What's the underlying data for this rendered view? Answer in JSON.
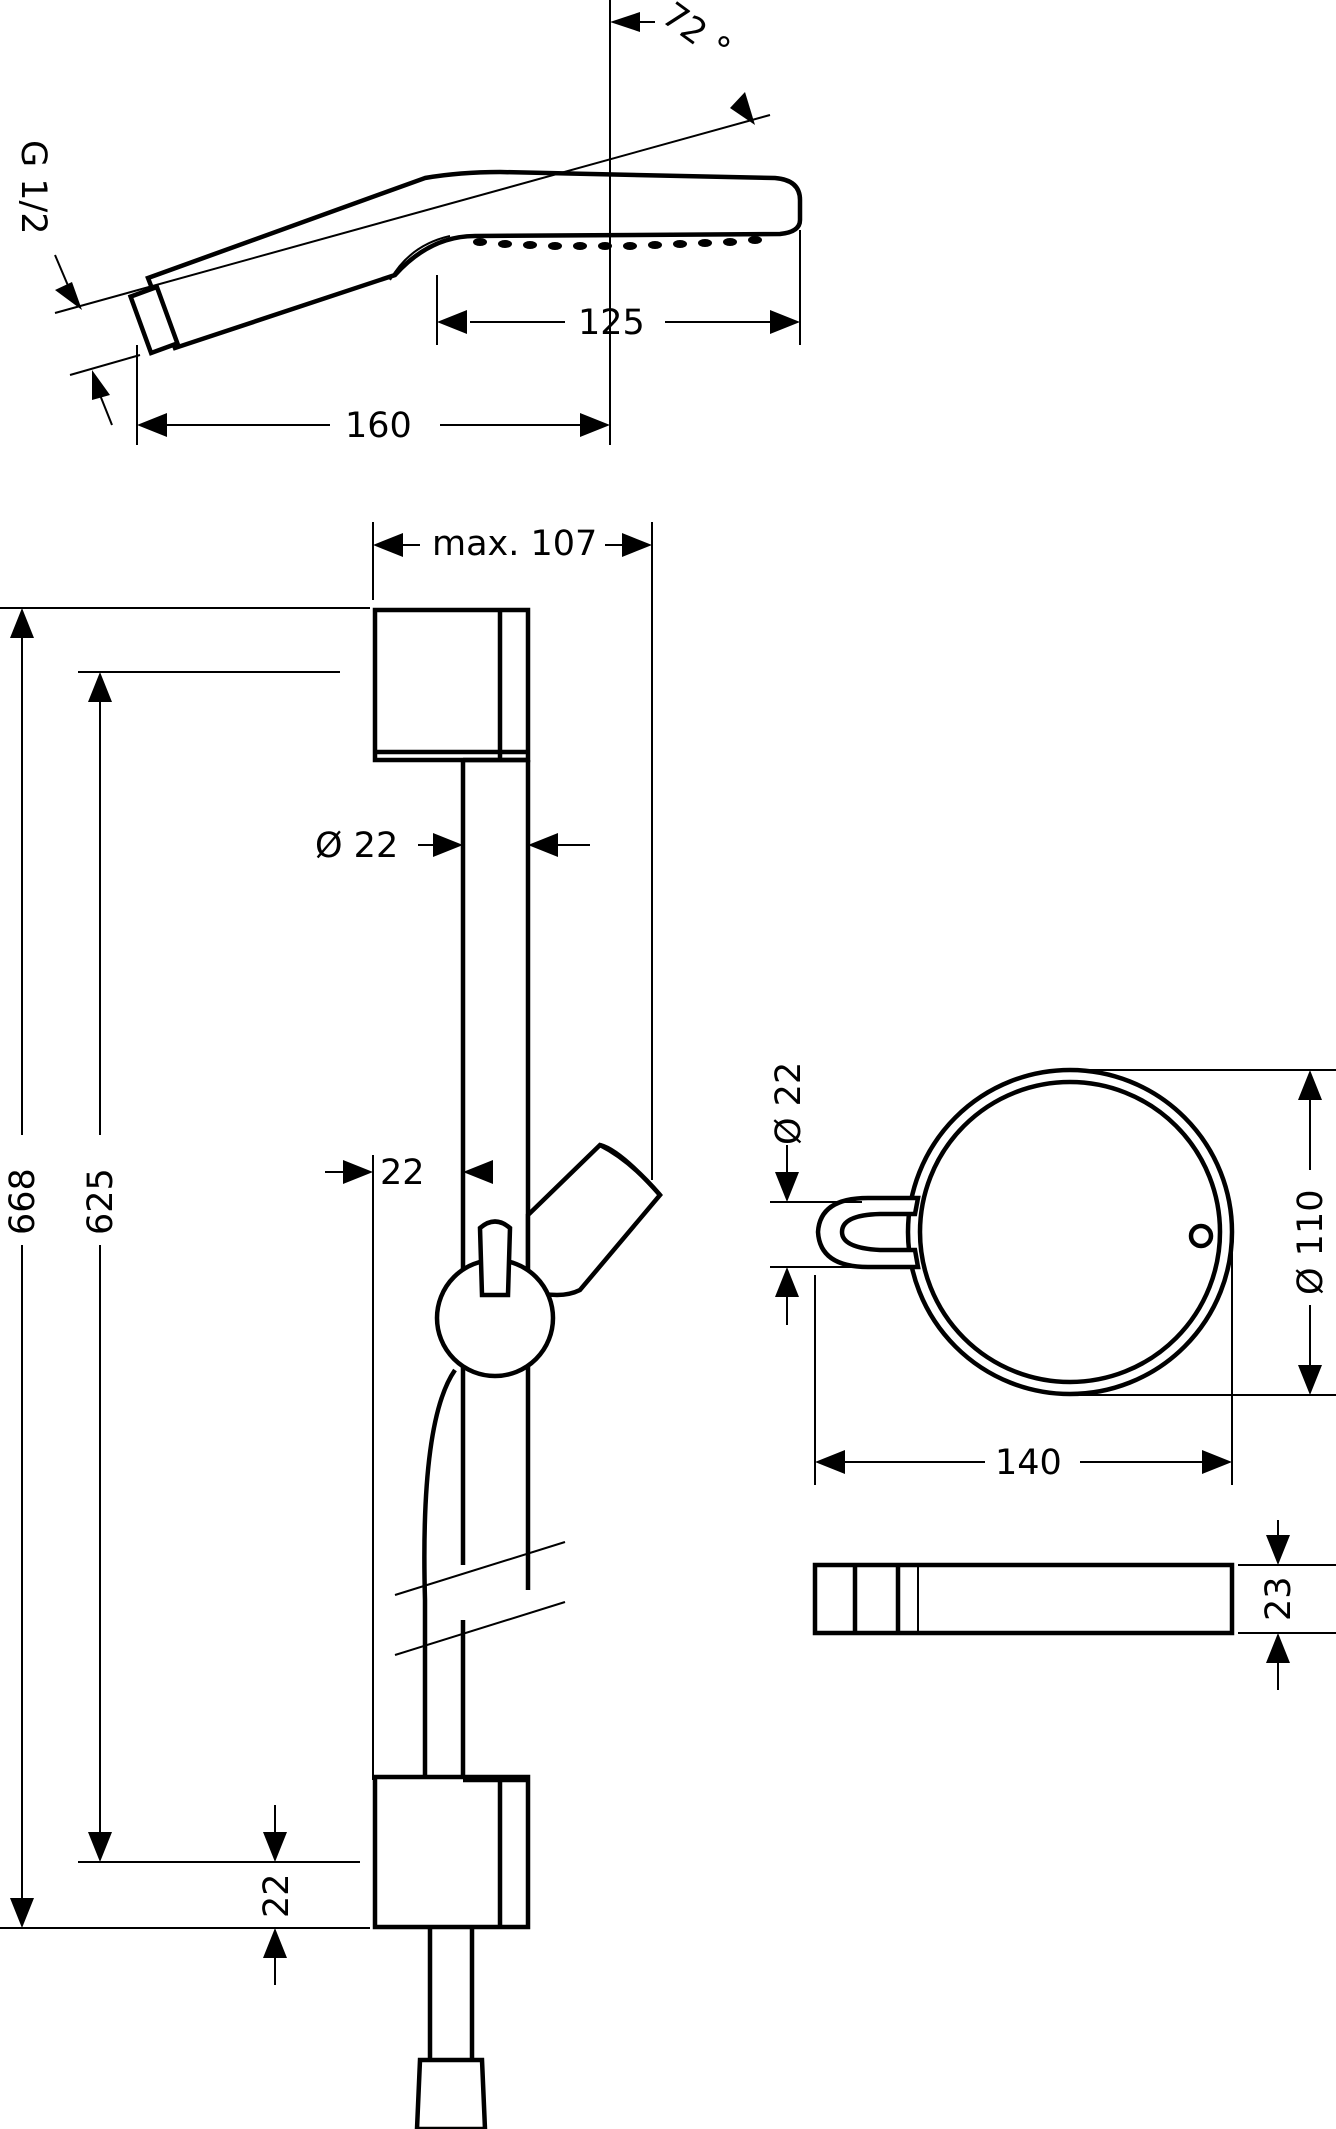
{
  "dimensions": {
    "angle": "72 °",
    "thread": "G 1/2",
    "head_width": "125",
    "handle_length": "160",
    "max_projection": "max. 107",
    "bar_diameter": "Ø 22",
    "offset_22": "22",
    "total_height": "668",
    "rail_length": "625",
    "bottom_22": "22",
    "soap_bar_diameter": "Ø 22",
    "dish_diameter": "Ø 110",
    "dish_length": "140",
    "dish_height": "23"
  }
}
